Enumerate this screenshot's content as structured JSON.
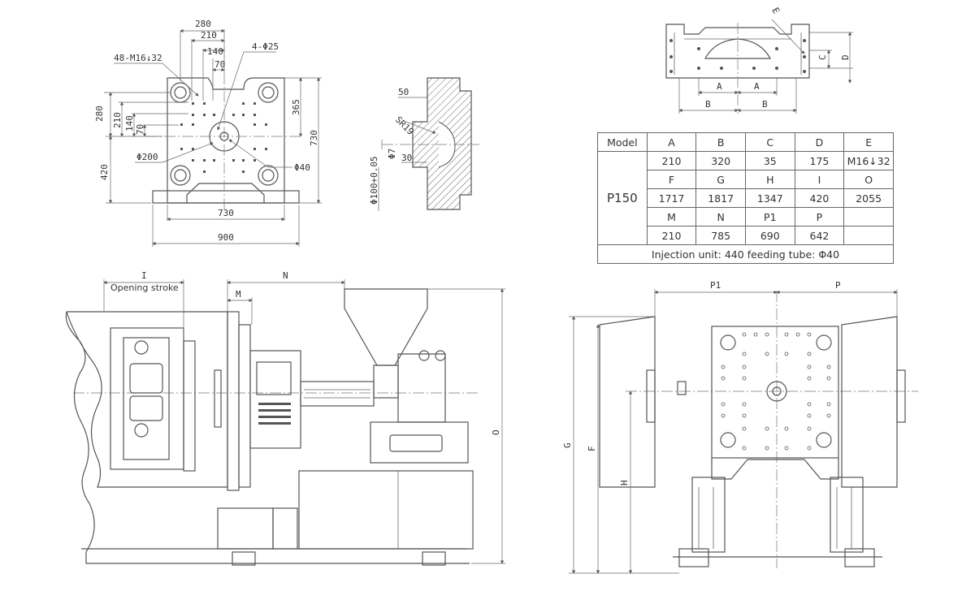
{
  "platen_view": {
    "dims": {
      "w280": "280",
      "w210": "210",
      "w140": "140",
      "w70": "70",
      "tapped": "48-M16↓32",
      "holes": "4-Φ25",
      "h280": "280",
      "h210": "210",
      "h140": "140",
      "h70": "70",
      "h365": "365",
      "h730": "730",
      "h420": "420",
      "ring": "Φ200",
      "center": "Φ40",
      "bw730": "730",
      "bw900": "900"
    }
  },
  "nozzle_view": {
    "dims": {
      "d50": "50",
      "sr": "SR19",
      "d7": "Φ7",
      "d30": "30",
      "bore": "Φ100+0.05"
    }
  },
  "top_view": {
    "labels": {
      "a1": "A",
      "a2": "A",
      "b1": "B",
      "b2": "B",
      "c": "C",
      "d": "D",
      "e": "E"
    }
  },
  "spec_table": {
    "header": [
      "Model",
      "A",
      "B",
      "C",
      "D",
      "E"
    ],
    "model": "P150",
    "rows": [
      [
        "210",
        "320",
        "35",
        "175",
        "M16↓32"
      ],
      [
        "F",
        "G",
        "H",
        "I",
        "O"
      ],
      [
        "1717",
        "1817",
        "1347",
        "420",
        "2055"
      ],
      [
        "M",
        "N",
        "P1",
        "P"
      ],
      [
        "210",
        "785",
        "690",
        "642"
      ]
    ],
    "footer": "Injection unit: 440  feeding tube: Φ40"
  },
  "side_view": {
    "labels": {
      "i": "I",
      "n": "N",
      "m": "M",
      "o": "O",
      "stroke": "Opening stroke"
    }
  },
  "end_view": {
    "labels": {
      "p1": "P1",
      "p": "P",
      "g": "G",
      "f": "F",
      "h": "H"
    }
  }
}
